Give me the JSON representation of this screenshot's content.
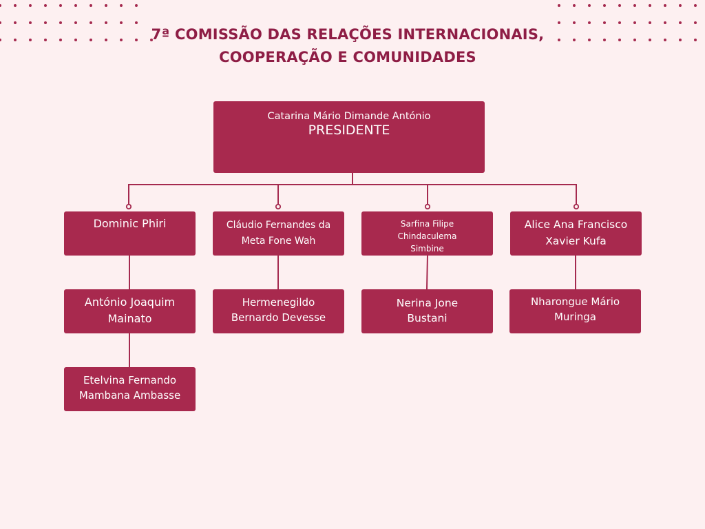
{
  "title": {
    "line1": "7ª COMISSÃO DAS RELAÇÕES INTERNACIONAIS,",
    "line2": "COOPERAÇÃO E COMUNIDADES"
  },
  "president": {
    "name": "Catarina Mário Dimande António",
    "role": "PRESIDENTE"
  },
  "columns": [
    {
      "head": [
        "Dominic Phiri"
      ],
      "members": [
        [
          "António Joaquim",
          "Mainato"
        ],
        [
          "Etelvina Fernando",
          "Mambana Ambasse"
        ]
      ]
    },
    {
      "head": [
        "Cláudio Fernandes da",
        "Meta Fone Wah"
      ],
      "members": [
        [
          "Hermenegildo",
          "Bernardo Devesse"
        ]
      ]
    },
    {
      "head": [
        "Sarfina Filipe",
        "Chindaculema",
        "Simbine"
      ],
      "members": [
        [
          "Nerina Jone",
          "Bustani"
        ]
      ]
    },
    {
      "head": [
        "Alice Ana Francisco",
        "Xavier Kufa"
      ],
      "members": [
        [
          "Nharongue Mário",
          "Muringa"
        ]
      ]
    }
  ],
  "colors": {
    "background": "#fdf0f1",
    "box": "#a8294e",
    "title": "#8e1d45",
    "line": "#a52a4f"
  }
}
